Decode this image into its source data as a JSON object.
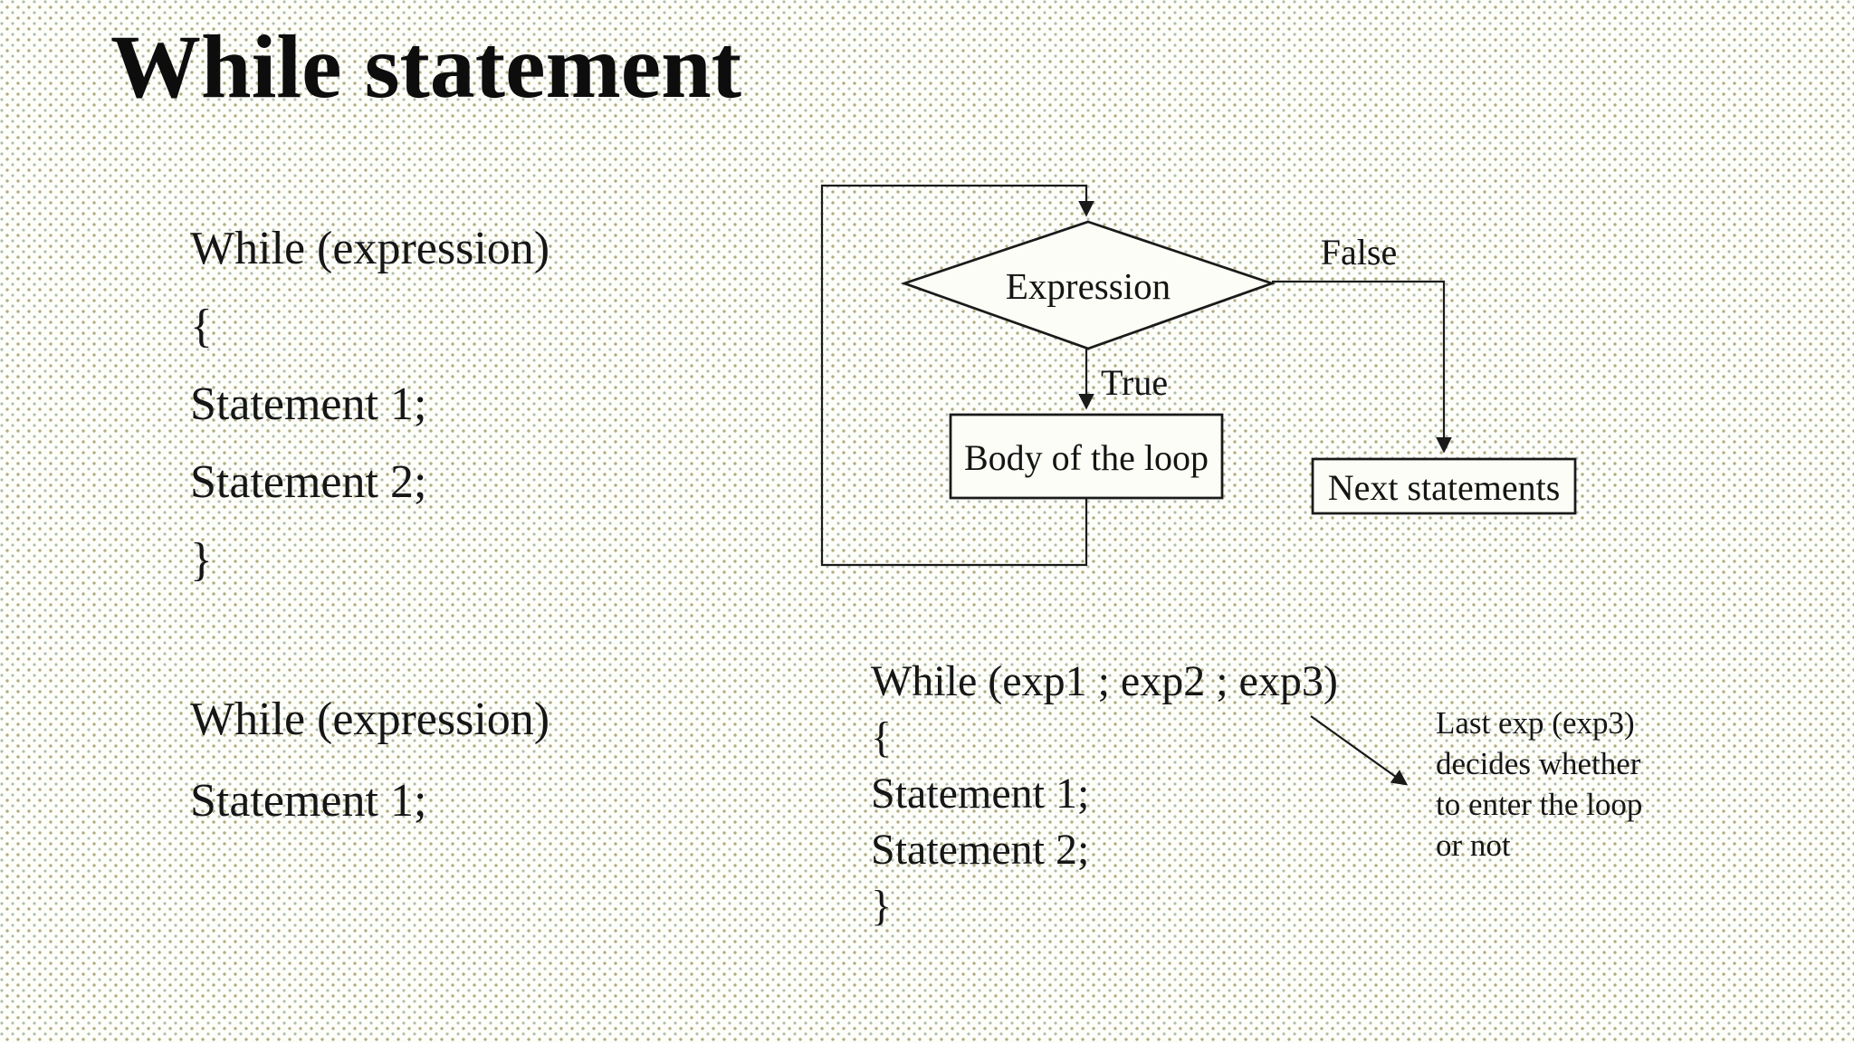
{
  "slide": {
    "title": "While statement",
    "code_block_1": {
      "lines": [
        "While (expression)",
        "{",
        "Statement 1;",
        "Statement 2;",
        "}"
      ]
    },
    "code_block_2": {
      "lines": [
        "While (expression)",
        "Statement 1;"
      ]
    },
    "code_block_3": {
      "lines": [
        "While (exp1 ; exp2 ; exp3)",
        "{",
        "Statement 1;",
        "Statement 2;",
        "}"
      ]
    },
    "flowchart": {
      "decision_label": "Expression",
      "true_label": "True",
      "false_label": "False",
      "body_label": "Body of the loop",
      "next_label": "Next statements"
    },
    "annotation": {
      "lines": [
        "Last exp (exp3)",
        "decides whether",
        "to enter the loop",
        "or not"
      ]
    },
    "colors": {
      "ink": "#141414",
      "line": "#1a1a1a",
      "shape_fill": "#fcfdf6",
      "background": "#fdfefa",
      "dot_olive": "#a49f6d",
      "dot_green": "#97a793"
    }
  }
}
